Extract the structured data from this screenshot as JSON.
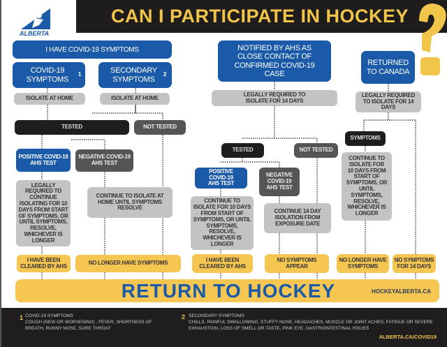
{
  "header": {
    "title": "CAN I PARTICIPATE IN HOCKEY",
    "logo_text": "ALBERTA"
  },
  "col1": {
    "top": "I HAVE COVID-19 SYMPTOMS",
    "covid_symptoms": "COVID-19 SYMPTOMS",
    "covid_sup": "1",
    "secondary_symptoms": "SECONDARY SYMPTOMS",
    "secondary_sup": "2",
    "isolate1": "ISOLATE AT HOME",
    "isolate2": "ISOLATE AT HOME",
    "tested": "TESTED",
    "not_tested": "NOT TESTED",
    "positive": "POSITIVE COVID-19 AHS TEST",
    "negative": "NEGATIVE COVID-19 AHS TEST",
    "legally_required": "LEGALLY REQUIRED TO CONTINUE ISOLATING FOR 10 DAYS FROM START OF SYMPTOMS, OR UNTIL SYMPTOMS, RESOLVE, WHICHEVER IS LONGER",
    "continue_isolate": "CONTINUE TO ISOLATE AT HOME UNTIL SYMPTOMS RESOLVE",
    "cleared": "I HAVE BEEN CLEARED BY AHS",
    "no_longer": "NO LONGER HAVE SYMPTOMS"
  },
  "col2": {
    "top": "NOTIFIED BY AHS AS CLOSE CONTACT OF CONFIRMED COVID-19 CASE",
    "legally": "LEGALLY REQUIRED TO ISOLATE FOR 14 DAYS",
    "tested": "TESTED",
    "not_tested": "NOT TESTED",
    "positive": "POSITIVE COVID-19 AHS TEST",
    "negative": "NEGATIVE COVID-19 AHS TEST",
    "continue10": "CONTINUE TO ISOLATE FOR 10 DAYS FROM START OF SYMPTOMS, OR UNTIL SYMPTOMS, RESOLVE, WHICHEVER IS LONGER",
    "continue14": "CONTINUE 14 DAY ISOLATION FROM EXPOSURE DATE",
    "cleared": "I HAVE BEEN CLEARED BY AHS",
    "no_symptoms_appear": "NO SYMPTOMS APPEAR"
  },
  "col3": {
    "top": "RETURNED TO CANADA",
    "legally": "LEGALLY REQUIRED TO ISOLATE FOR 14 DAYS",
    "symptoms": "SYMPTOMS",
    "continue": "CONTINUE TO ISOLATE FOR 10 DAYS FROM START OF SYMPTOMS, OR UNTIL SYMPTOMS, RESOLVE, WHICHEVER IS LONGER",
    "no_longer": "NO LONGER HAVE SYMPTOMS",
    "no_symptoms14": "NO SYMPTOMS FOR 14 DAYS"
  },
  "banner": {
    "title": "RETURN TO HOCKEY",
    "url": "HOCKEYALBERTA.CA"
  },
  "footer": {
    "n1": "1",
    "n1_title": "COVID-19 SYMPTOMS",
    "n1_text": "COUGH (NEW OR WORSENING) , FEVER, SHORTNESS OF BREATH, RUNNY NOSE, SORE THROAT",
    "n2": "2",
    "n2_title": "SECONDARY SYMPTOMS",
    "n2_text": "CHILLS, PAINFUL SWALLOWING, STUFFY NOSE, HEADACHES, MUSCLE OR JOINT ACHES, FATIGUE OR SEVERE EXHAUSTION, LOSS OF SMELL OR TASTE, PINK EYE, GASTROINTESTINAL ISSUES",
    "url": "ALBERTA.CA/COVID19"
  },
  "colors": {
    "blue": "#1a5aa8",
    "yellow": "#f5c652",
    "grey": "#c3c3c5",
    "black": "#1e1e1e"
  }
}
